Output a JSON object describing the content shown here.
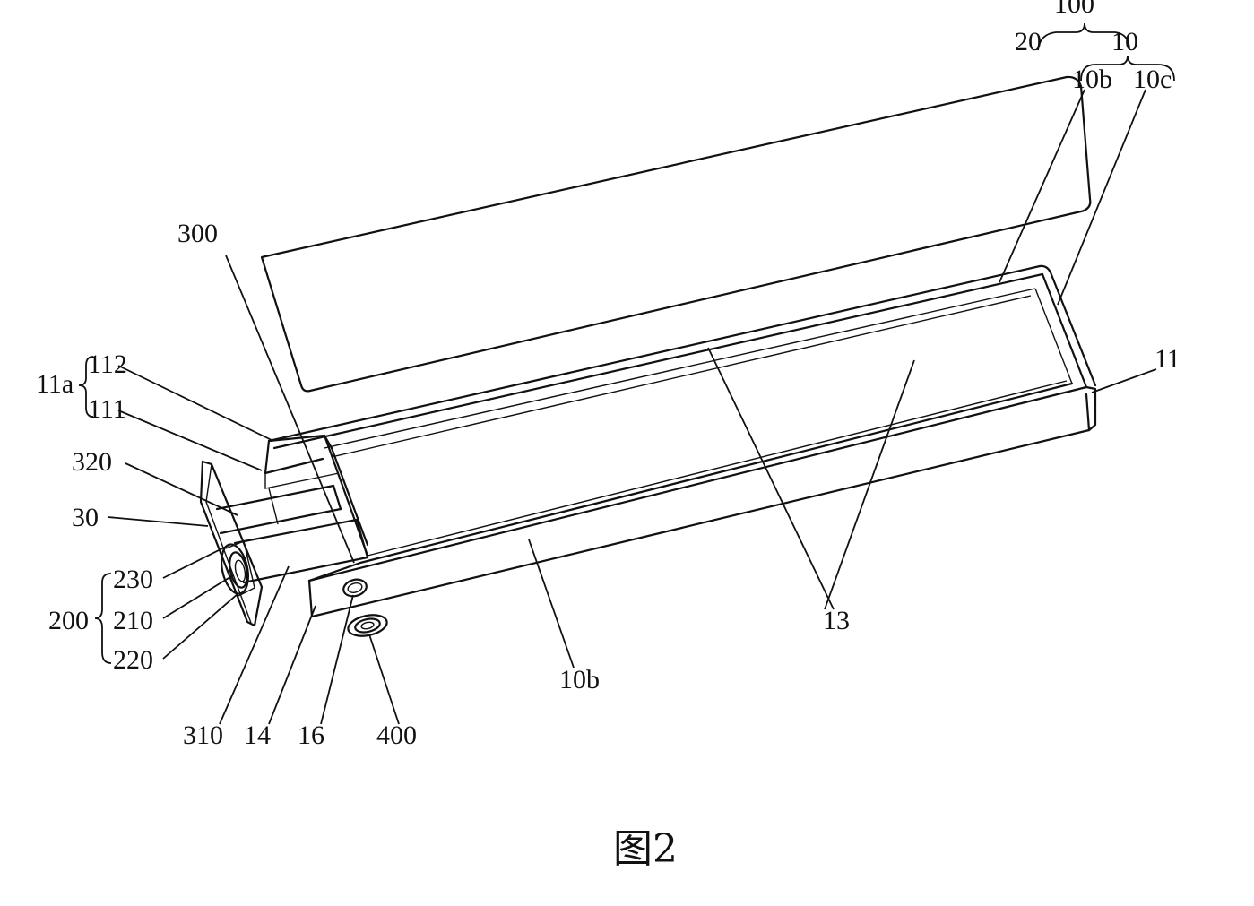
{
  "figure": {
    "caption": "图2",
    "labels": {
      "l100": "100",
      "l20": "20",
      "l10": "10",
      "l10b_top": "10b",
      "l10c": "10c",
      "l300": "300",
      "l11": "11",
      "l11a": "11a",
      "l112": "112",
      "l111": "111",
      "l320": "320",
      "l30": "30",
      "l230": "230",
      "l210": "210",
      "l220": "220",
      "l200": "200",
      "l13": "13",
      "l10b_bottom": "10b",
      "l310": "310",
      "l14": "14",
      "l16": "16",
      "l400": "400"
    }
  }
}
